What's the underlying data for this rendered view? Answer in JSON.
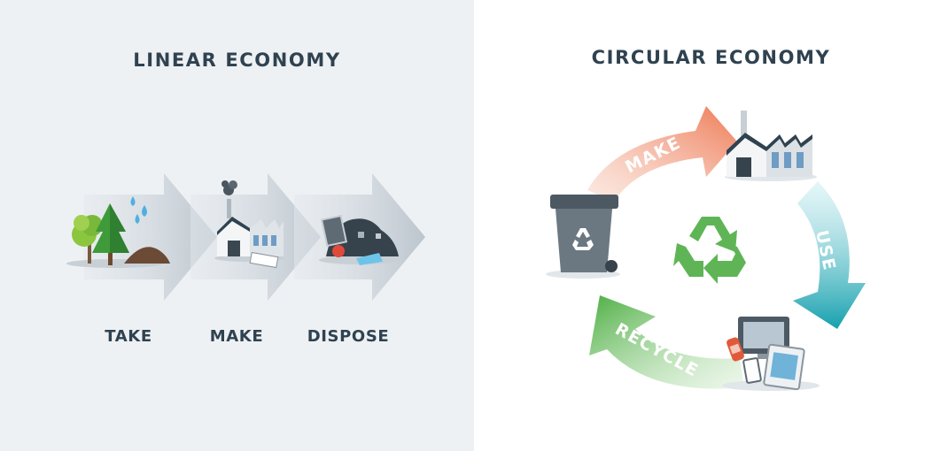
{
  "linear": {
    "title": "LINEAR ECONOMY",
    "steps": [
      {
        "label": "TAKE"
      },
      {
        "label": "MAKE"
      },
      {
        "label": "DISPOSE"
      }
    ]
  },
  "circular": {
    "title": "CIRCULAR ECONOMY",
    "arrows": [
      {
        "label": "MAKE",
        "color": "#ef8a6a"
      },
      {
        "label": "USE",
        "color": "#1fa8b4"
      },
      {
        "label": "RECYCLE",
        "color": "#5bb54f"
      }
    ],
    "center_icon": "recycle-symbol-icon"
  },
  "colors": {
    "left_bg": "#eef1f4",
    "title_text": "#2f4250",
    "recycle_green": "#5fb556"
  }
}
